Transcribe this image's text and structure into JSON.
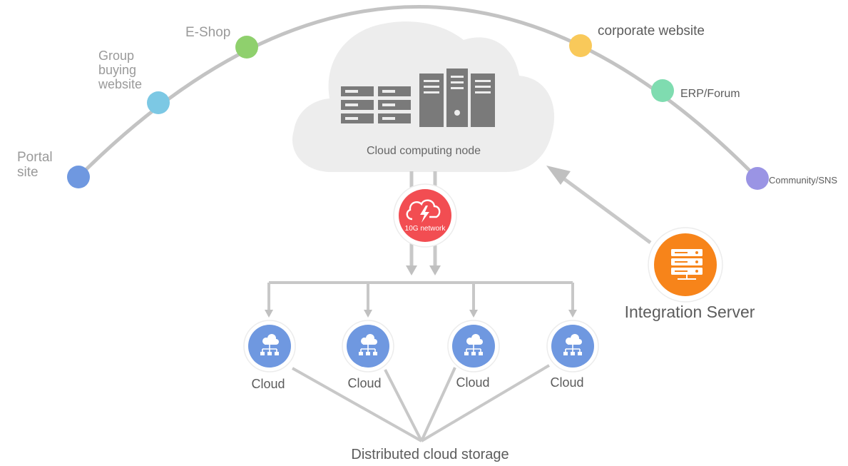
{
  "arc_nodes": [
    {
      "id": "portal",
      "lines": [
        "Portal",
        "site"
      ],
      "color": "#6f98e0"
    },
    {
      "id": "group",
      "lines": [
        "Group",
        "buying",
        "website"
      ],
      "color": "#7cc8e4"
    },
    {
      "id": "eshop",
      "lines": [
        "E-Shop"
      ],
      "color": "#8fd06d"
    },
    {
      "id": "corp",
      "lines": [
        "corporate website"
      ],
      "color": "#f9c95a"
    },
    {
      "id": "erp",
      "lines": [
        "ERP/Forum"
      ],
      "color": "#7fdcb0"
    },
    {
      "id": "sns",
      "lines": [
        "Community/SNS"
      ],
      "color": "#9a94e4"
    }
  ],
  "cloud_node": {
    "label": "Cloud computing node"
  },
  "network": {
    "label": "10G network",
    "color": "#f24d52"
  },
  "integration_server": {
    "label": "Integration Server",
    "color": "#f7841a"
  },
  "clouds": [
    {
      "label": "Cloud",
      "color": "#6f98e0"
    },
    {
      "label": "Cloud",
      "color": "#6f98e0"
    },
    {
      "label": "Cloud",
      "color": "#6f98e0"
    },
    {
      "label": "Cloud",
      "color": "#6f98e0"
    }
  ],
  "storage": {
    "label": "Distributed cloud storage"
  }
}
